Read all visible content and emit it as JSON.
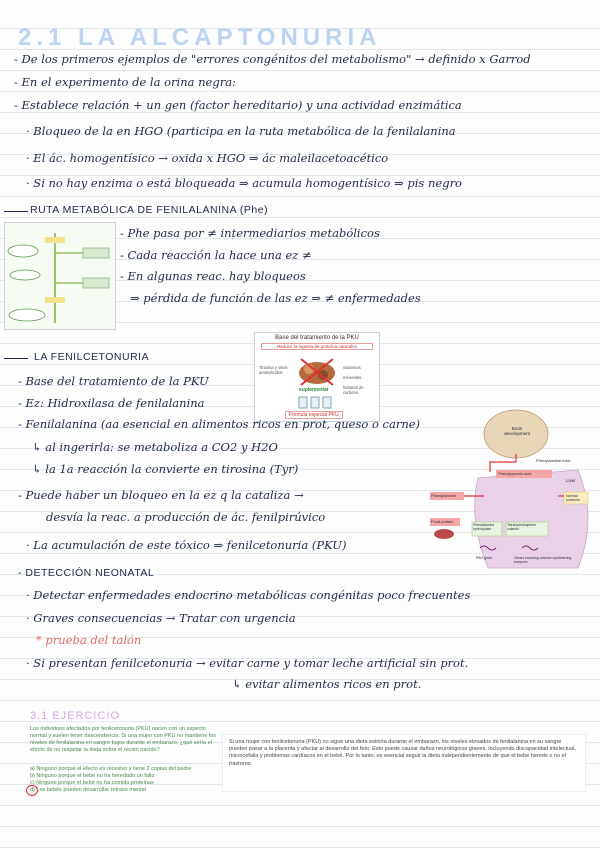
{
  "header": {
    "title": "2.1 LA ALCAPTONURIA",
    "subtitle": "2.1 LA ALCAPTONURIA"
  },
  "lines": [
    "- De los primeros ejemplos de \"errores congénitos del metabolismo\" → definido x Garrod",
    "- En el experimento de la orina negra:",
    "- Establece relación + un gen (factor hereditario) y una actividad enzimática",
    "· Bloqueo de la en HGO (participa en la ruta metabólica de la fenilalanina",
    "· El ác. homogentísico → oxida x HGO ⇒ ác maleilacetoacético",
    "· Si no hay enzima o está bloqueada ⇒ acumula homogentísico ⇒ pis negro"
  ],
  "ruta": {
    "heading": "RUTA METABÓLICA DE FENILALANINA (Phe)",
    "bullets": [
      "- Phe pasa por ≠ intermediarios metabólicos",
      "- Cada reacción la hace una ez ≠",
      "- En algunas reac. hay bloqueos",
      "⇒ pérdida de función de las ez ⇒ ≠ enfermedades"
    ]
  },
  "pku_box": {
    "title": "Base del tratamiento de la PKU",
    "subtitle": "Reducir la ingesta de proteína naturales",
    "left_label": "Tiroxina y otros aminoácidos",
    "center": "suplementar",
    "right_items": [
      "vitaminas",
      "minerales",
      "hidratos de carbono"
    ],
    "bottom": "Fórmula especial PKU"
  },
  "feni": {
    "heading": "LA FENILCETONURIA",
    "lines": [
      "- Base del tratamiento de la PKU",
      "- Ez: Hidroxilasa de fenilalanina",
      "- Fenilalanina (aa esencial en alimentos ricos en prot, queso o carne)",
      "↳ al ingerirla: se metaboliza a CO2 y H2O",
      "↳ la 1a reacción la convierte en tirosina (Tyr)",
      "- Puede haber un bloqueo en la ez q la cataliza →",
      "desvía la reac. a producción de ác. fenilpirúvico",
      "· La acumulación de este tóxico ⇒ fenilcetonuria (PKU)"
    ]
  },
  "brain_diagram": {
    "brain": "Brain development",
    "phe_level": "Phenylalanine toxic",
    "liver": "Liver",
    "labels": [
      "Phenylalanine",
      "Phenylpyruvic acid",
      "Normal products",
      "Food protein",
      "Phenylalanine hydroxylase",
      "Tetrahydrobiopterin cofactor",
      "PAH gene",
      "Genes encoding cofactor synthesizing enzymes"
    ]
  },
  "deteccion": {
    "heading": "- DETECCIÓN NEONATAL",
    "lines": [
      "· Detectar enfermedades endocrino metabólicas congénitas poco frecuentes",
      "· Graves consecuencias → Tratar con urgencia",
      "* prueba del talón",
      "· Si presentan fenilcetonuria → evitar carne y tomar leche artificial sin prot.",
      "↳ evitar alimentos ricos en prot."
    ]
  },
  "ejercicio": {
    "title": "3.1 EJERCICIO",
    "question": "Los individuos afectados por fenilcetonuria (PKU) nacen con un aspecto normal y suelen tener descendencia. Si una mujer con PKU no mantiene los niveles de fenilalanina en sangre bajos durante el embarazo, ¿qué sería el efecto de no respetar la dieta sobre el recién nacido?",
    "options": [
      "a) Ninguno porque el efecto es recesivo y tiene 2 copias del padre",
      "b) Ninguno porque el bebé no ha heredado un fallo",
      "c) Ninguno porque el bebé no ha comido proteínas",
      "d) Los bebés pueden desarrollar retraso mental"
    ],
    "answer": "Si una mujer con fenilcetonuria (PKU) no sigue una dieta estricta durante el embarazo, los niveles elevados de fenilalanina en su sangre pueden pasar a la placenta y afectar al desarrollo del feto. Esto puede causar daños neurológicos graves, incluyendo discapacidad intelectual, microcefalia y problemas cardíacos en el bebé. Por lo tanto, es esencial seguir la dieta independientemente de que el bebé herede o no el trastorno."
  }
}
